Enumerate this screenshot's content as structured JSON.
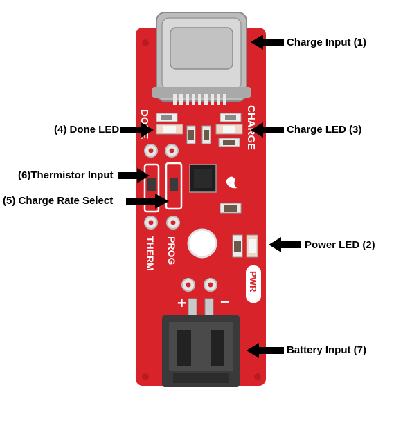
{
  "colors": {
    "board": "#d8232a",
    "board_dark": "#b81c22",
    "silkscreen": "#ffffff",
    "metal": "#c9c9c9",
    "pad": "#e6e6e6",
    "chip": "#1e1e1e",
    "connector": "#3a3a3a",
    "arrow": "#000000"
  },
  "silkscreen": {
    "done": "DONE",
    "charge": "CHARGE",
    "therm": "THERM",
    "prog": "PROG",
    "pwr": "PWR",
    "plus": "+",
    "minus": "−"
  },
  "callouts": [
    {
      "id": "charge-input",
      "label": "Charge Input (1)",
      "icon": "arrow-left-icon"
    },
    {
      "id": "done-led",
      "label": "(4) Done LED",
      "icon": "arrow-right-icon"
    },
    {
      "id": "charge-led",
      "label": "Charge LED (3)",
      "icon": "arrow-left-icon"
    },
    {
      "id": "thermistor-input",
      "label": "(6)Thermistor Input",
      "icon": "arrow-right-icon"
    },
    {
      "id": "charge-rate-select",
      "label": "(5) Charge Rate Select",
      "icon": "arrow-right-icon"
    },
    {
      "id": "power-led",
      "label": "Power LED (2)",
      "icon": "arrow-left-icon"
    },
    {
      "id": "battery-input",
      "label": "Battery Input (7)",
      "icon": "arrow-left-icon"
    }
  ]
}
